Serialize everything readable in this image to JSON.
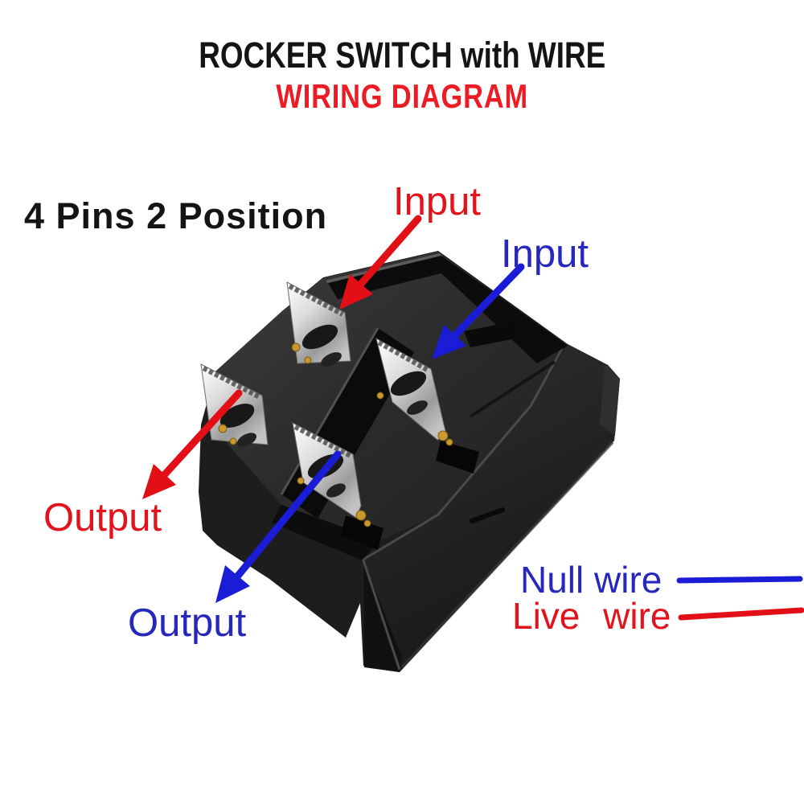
{
  "title": {
    "line1": "ROCKER SWITCH with WIRE",
    "line2": "WIRING DIAGRAM"
  },
  "heading": "4 Pins 2 Position",
  "labels": {
    "input_top": "Input",
    "input_right": "Input",
    "output_left": "Output",
    "output_bottom": "Output",
    "null_wire": "Null wire",
    "live_wire": "Live wire"
  },
  "colors": {
    "black": "#141414",
    "title_red": "#ed1c24",
    "red": "#e2131c",
    "arrow_red": "#e21016",
    "blue": "#2527bd",
    "arrow_blue": "#1b1cd6",
    "body_dark": "#1d1d1d",
    "gold": "#c9992f"
  },
  "component": {
    "name": "rocker switch",
    "pin_count": "4",
    "position_count": "2",
    "pins": [
      {
        "id": "pin-top-left",
        "role": "Input",
        "wire": "live"
      },
      {
        "id": "pin-right",
        "role": "Input",
        "wire": "null"
      },
      {
        "id": "pin-left",
        "role": "Output",
        "wire": "live"
      },
      {
        "id": "pin-bottom",
        "role": "Output",
        "wire": "null"
      }
    ]
  }
}
